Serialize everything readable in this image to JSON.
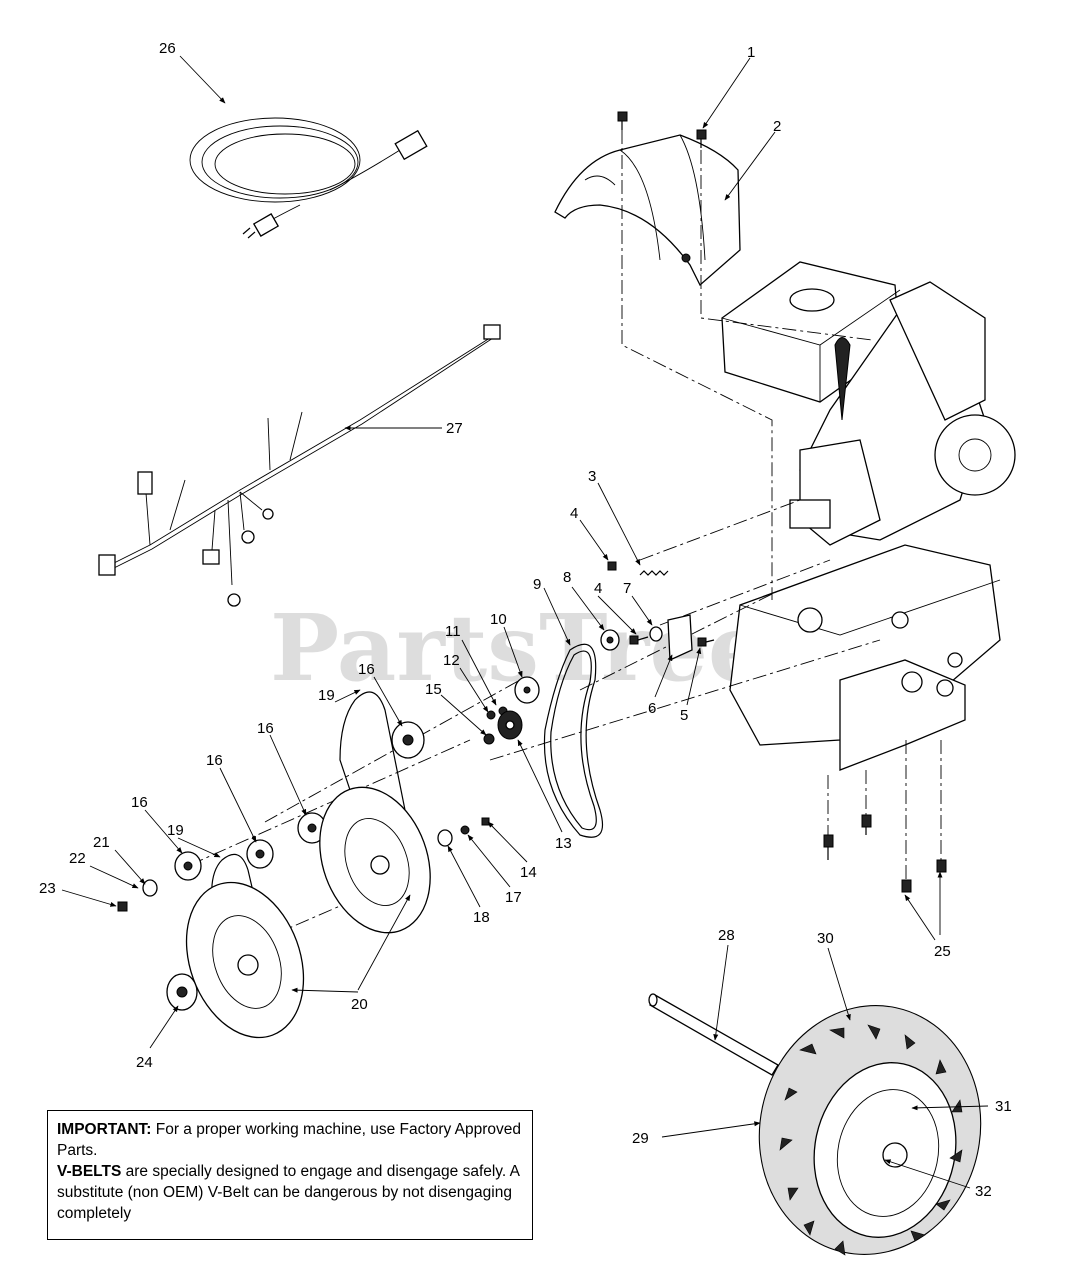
{
  "watermark": "PartsTree",
  "callouts": [
    {
      "id": "c1",
      "text": "1"
    },
    {
      "id": "c2",
      "text": "2"
    },
    {
      "id": "c3",
      "text": "3"
    },
    {
      "id": "c4a",
      "text": "4"
    },
    {
      "id": "c4b",
      "text": "4"
    },
    {
      "id": "c5",
      "text": "5"
    },
    {
      "id": "c6",
      "text": "6"
    },
    {
      "id": "c7",
      "text": "7"
    },
    {
      "id": "c8",
      "text": "8"
    },
    {
      "id": "c9",
      "text": "9"
    },
    {
      "id": "c10",
      "text": "10"
    },
    {
      "id": "c11",
      "text": "11"
    },
    {
      "id": "c12",
      "text": "12"
    },
    {
      "id": "c13",
      "text": "13"
    },
    {
      "id": "c14",
      "text": "14"
    },
    {
      "id": "c15",
      "text": "15"
    },
    {
      "id": "c16a",
      "text": "16"
    },
    {
      "id": "c16b",
      "text": "16"
    },
    {
      "id": "c16c",
      "text": "16"
    },
    {
      "id": "c16d",
      "text": "16"
    },
    {
      "id": "c17",
      "text": "17"
    },
    {
      "id": "c18",
      "text": "18"
    },
    {
      "id": "c19a",
      "text": "19"
    },
    {
      "id": "c19b",
      "text": "19"
    },
    {
      "id": "c20",
      "text": "20"
    },
    {
      "id": "c21",
      "text": "21"
    },
    {
      "id": "c22",
      "text": "22"
    },
    {
      "id": "c23",
      "text": "23"
    },
    {
      "id": "c24",
      "text": "24"
    },
    {
      "id": "c25",
      "text": "25"
    },
    {
      "id": "c26",
      "text": "26"
    },
    {
      "id": "c27",
      "text": "27"
    },
    {
      "id": "c28",
      "text": "28"
    },
    {
      "id": "c29",
      "text": "29"
    },
    {
      "id": "c30",
      "text": "30"
    },
    {
      "id": "c31",
      "text": "31"
    },
    {
      "id": "c32",
      "text": "32"
    }
  ],
  "notice": {
    "important_label": "IMPORTANT:",
    "important_text": " For a proper working machine, use Factory Approved Parts.",
    "vbelts_label": "V-BELTS",
    "vbelts_text": " are specially designed to engage and disengage safely. A substitute (non OEM) V-Belt can be dangerous by not disengaging completely"
  }
}
